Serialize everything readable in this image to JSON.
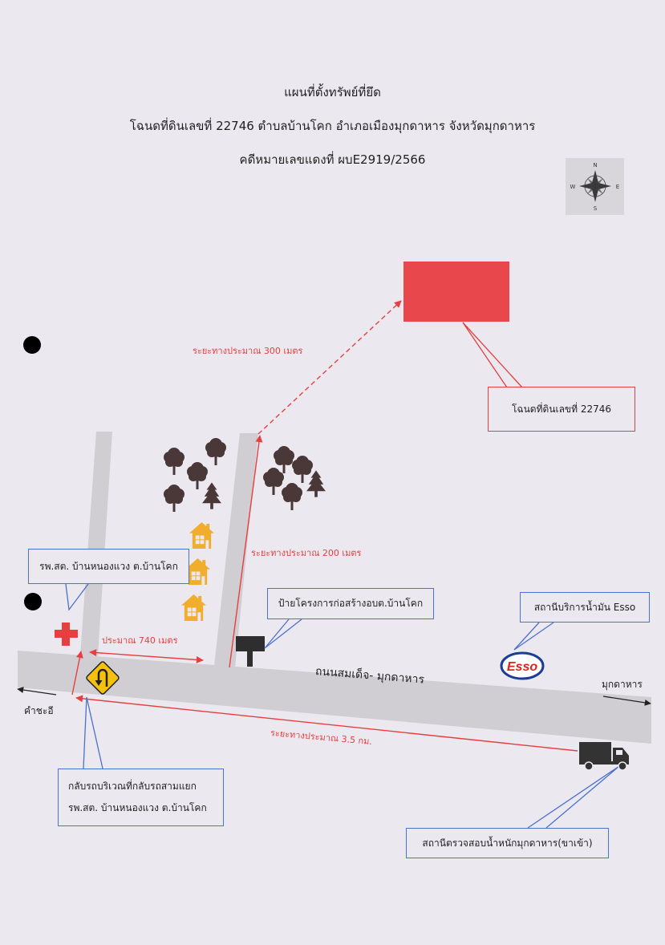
{
  "title": {
    "line1": "แผนที่ตั้งทรัพย์ที่ยึด",
    "line2": "โฉนดที่ดินเลขที่ 22746 ตำบลบ้านโคก อำเภอเมืองมุกดาหาร จังหวัดมุกดาหาร",
    "line3": "คดีหมายเลขแดงที่ ผบE2919/2566"
  },
  "compass": {
    "north": "N",
    "south": "S",
    "east": "E",
    "west": "W"
  },
  "distances": {
    "to_parcel": "ระยะทางประมาณ 300 เมตร",
    "side_road": "ระยะทางประมาณ 200 เมตร",
    "to_junction": "ประมาณ 740 เมตร",
    "from_weigh_station": "ระยะทางประมาณ 3.5 กม."
  },
  "road": {
    "name": "ถนนสมเด็จ- มุกดาหาร",
    "direction_west": "คำชะอี",
    "direction_east": "มุกดาหาร"
  },
  "callouts": {
    "parcel": "โฉนดที่ดินเลขที่ 22746",
    "health_center": "รพ.สต. บ้านหนองแวง ต.บ้านโคก",
    "project_sign": "ป้ายโครงการก่อสร้างอบต.บ้านโคก",
    "gas_station": "สถานีบริการน้ำมัน Esso",
    "u_turn": [
      "กลับรถบริเวณที่กลับรถสามแยก",
      "รพ.สต. บ้านหนองแวง ต.บ้านโคก"
    ],
    "weigh_station": "สถานีตรวจสอบน้ำหนักมุกดาหาร(ขาเข้า)"
  },
  "logos": {
    "esso": "Esso"
  },
  "icons": {
    "compass": "compass-rose-icon",
    "parcel": "land-parcel-marker",
    "tree": "tree-icon",
    "pine": "pine-tree-icon",
    "house": "house-icon",
    "hospital": "red-cross-icon",
    "u_turn_sign": "u-turn-sign-icon",
    "project_sign": "signboard-icon",
    "gas_station": "esso-logo",
    "truck": "truck-icon"
  },
  "colors": {
    "background": "#ebe8ef",
    "road": "#d0ced3",
    "parcel": "#e8474b",
    "route_red": "#e5403f",
    "callout_blue": "#4a72cf",
    "tree": "#4a3838",
    "house": "#f0ae2c",
    "u_turn_sign": "#f4c20d",
    "esso_blue": "#1d3c97",
    "esso_red": "#e0241c"
  }
}
